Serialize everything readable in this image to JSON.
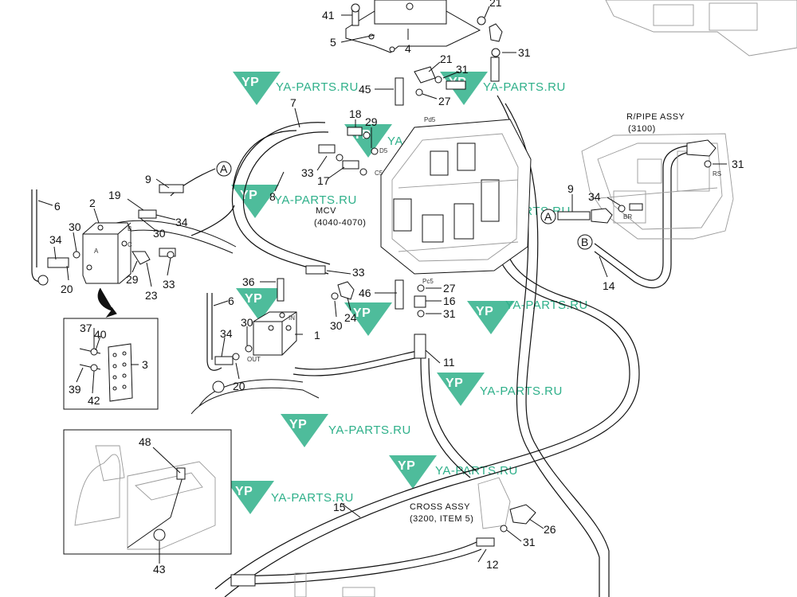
{
  "watermark": {
    "text": "YA-PARTS.RU",
    "logo": "YP",
    "color": "#2fb08a"
  },
  "callouts": {
    "c41": "41",
    "c5": "5",
    "c4": "4",
    "c21a": "21",
    "c31a": "31",
    "c21b": "21",
    "c31b": "31",
    "c45": "45",
    "c27a": "27",
    "c7": "7",
    "c18": "18",
    "c29a": "29",
    "c33a": "33",
    "c17": "17",
    "c9a": "9",
    "c8": "8",
    "c6a": "6",
    "c2": "2",
    "c19": "19",
    "c34a": "34",
    "c30a": "30",
    "c34b": "34",
    "c30b": "30",
    "c20a": "20",
    "c29b": "29",
    "c23": "23",
    "c33b": "33",
    "c36": "36",
    "c33c": "33",
    "c46": "46",
    "c24": "24",
    "c27b": "27",
    "c16": "16",
    "c31c": "31",
    "c6b": "6",
    "c34c": "34",
    "c30c": "30",
    "c30d": "30",
    "c1": "1",
    "c20b": "20",
    "c11": "11",
    "c37": "37",
    "c40": "40",
    "c3": "3",
    "c39": "39",
    "c42": "42",
    "c9b": "9",
    "c34d": "34",
    "c31d": "31",
    "c14": "14",
    "c48": "48",
    "c43": "43",
    "c15": "15",
    "c26": "26",
    "c31e": "31",
    "c12": "12",
    "refA1": "A",
    "refA2": "A",
    "refB": "B"
  },
  "labels": {
    "mcv_name": "MCV",
    "mcv_range": "(4040-4070)",
    "rpipe_name": "R/PIPE ASSY",
    "rpipe_ref": "(3100)",
    "cross_name": "CROSS ASSY",
    "cross_ref": "(3200, ITEM 5)"
  },
  "ports": {
    "pd5": "Pd5",
    "d5": "D5",
    "c5": "C5",
    "pc5": "Pc5",
    "a": "A",
    "b": "B",
    "c": "C",
    "in": "IN",
    "out": "OUT",
    "rs": "RS",
    "br": "BR"
  }
}
